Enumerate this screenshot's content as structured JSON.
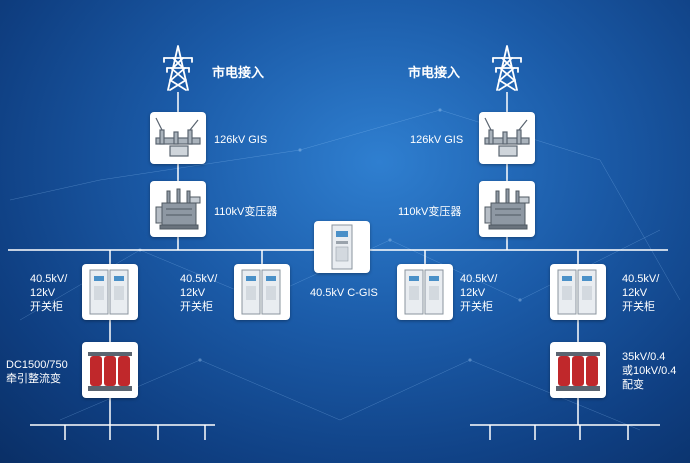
{
  "left": {
    "grid_label": "市电接入",
    "gis_label": "126kV GIS",
    "transformer_label": "110kV变压器",
    "switch_a_label": "40.5kV/\n12kV\n开关柜",
    "switch_b_label": "40.5kV/\n12kV\n开关柜",
    "rectifier_label": "DC1500/750\n牵引整流变"
  },
  "center": {
    "cgis_label": "40.5kV C-GIS"
  },
  "right": {
    "grid_label": "市电接入",
    "gis_label": "126kV GIS",
    "transformer_label": "110kV变压器",
    "switch_a_label": "40.5kV/\n12kV\n开关柜",
    "switch_b_label": "40.5kV/\n12kV\n开关柜",
    "distribution_label": "35kV/0.4\n或10kV/0.4\n配变"
  },
  "icons": {
    "tower": "transmission-tower-icon",
    "gis": "gis-switchgear-icon",
    "transformer": "power-transformer-icon",
    "cabinet": "switchgear-cabinet-icon",
    "dry_transformer": "dry-type-transformer-icon"
  },
  "colors": {
    "background": "#1b5ba8",
    "line": "#ffffff",
    "cabinet_red": "#c0282b"
  }
}
